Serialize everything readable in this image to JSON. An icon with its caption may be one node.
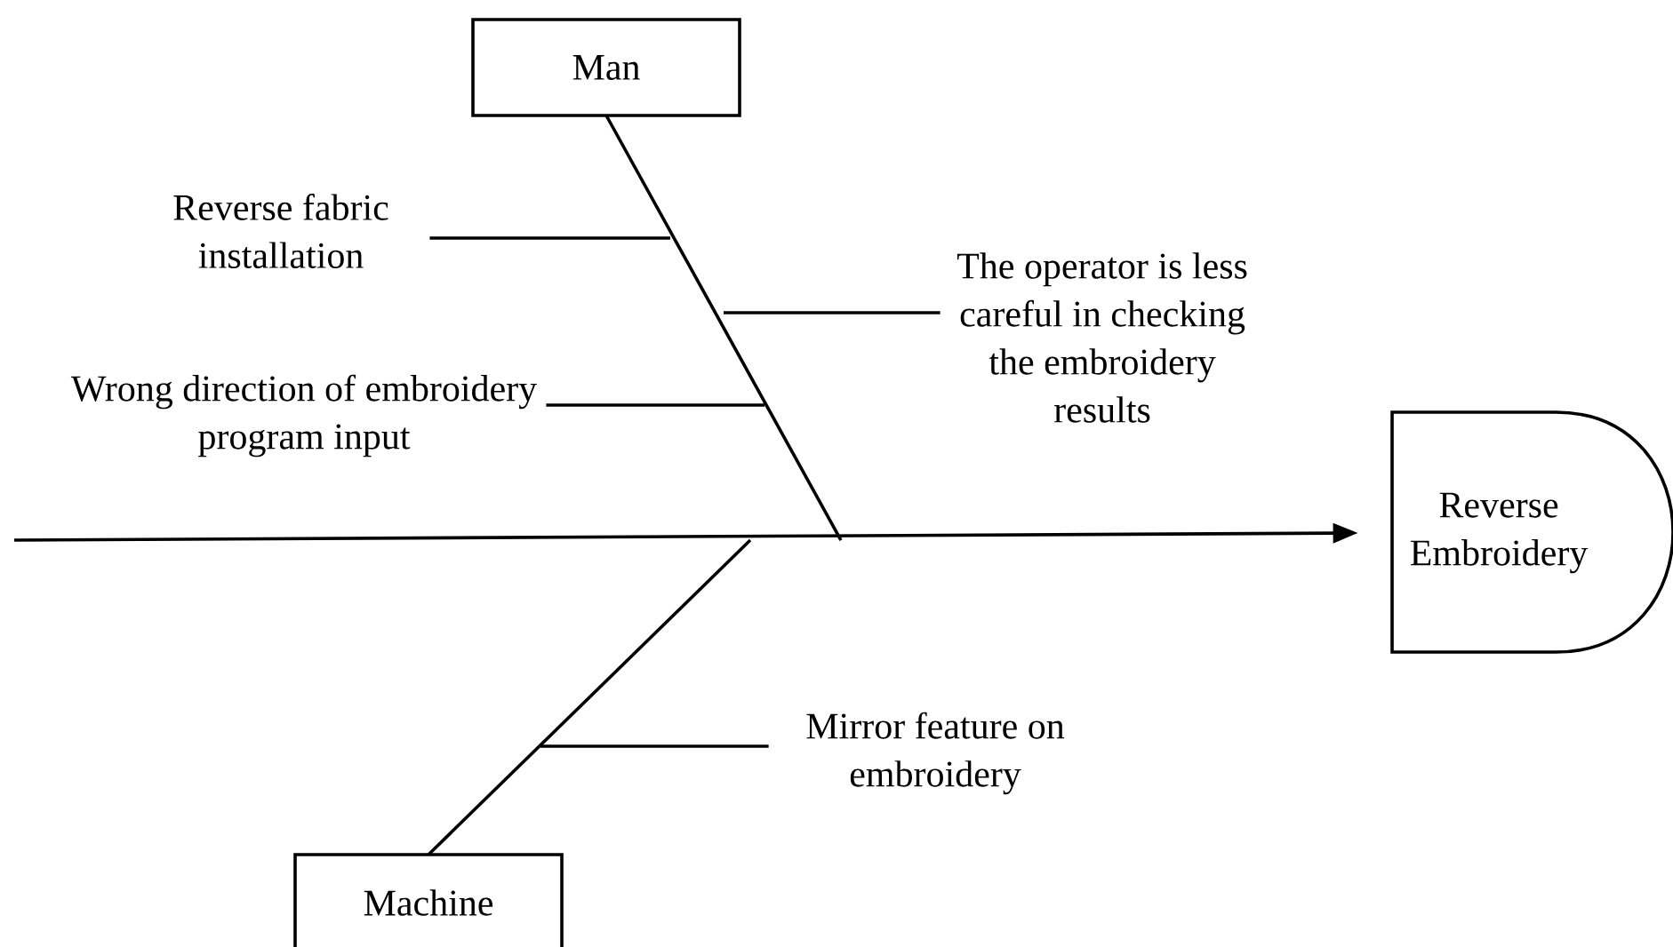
{
  "diagram": {
    "nodes": [
      {
        "text": [
          "Man"
        ]
      },
      {
        "text": [
          "Machine"
        ]
      },
      {
        "text": [
          "Reverse Embroidery"
        ]
      },
      {
        "text": [
          "Reverse fabric installation"
        ]
      },
      {
        "text": [
          "The operator is less careful in checking the embroidery results"
        ]
      },
      {
        "text": [
          "Wrong direction of embroidery program input"
        ]
      },
      {
        "text": [
          "Mirror feature on embroidery"
        ]
      }
    ],
    "edges": [
      {
        "from": null,
        "to": 2,
        "arrow": "to"
      },
      {
        "from": 0,
        "to": null,
        "arrow": "none"
      },
      {
        "from": 1,
        "to": null,
        "arrow": "none"
      },
      {
        "from": 3,
        "to": null,
        "arrow": "none"
      },
      {
        "from": 4,
        "to": null,
        "arrow": "none"
      },
      {
        "from": 5,
        "to": null,
        "arrow": "none"
      },
      {
        "from": 6,
        "to": null,
        "arrow": "none"
      }
    ]
  }
}
